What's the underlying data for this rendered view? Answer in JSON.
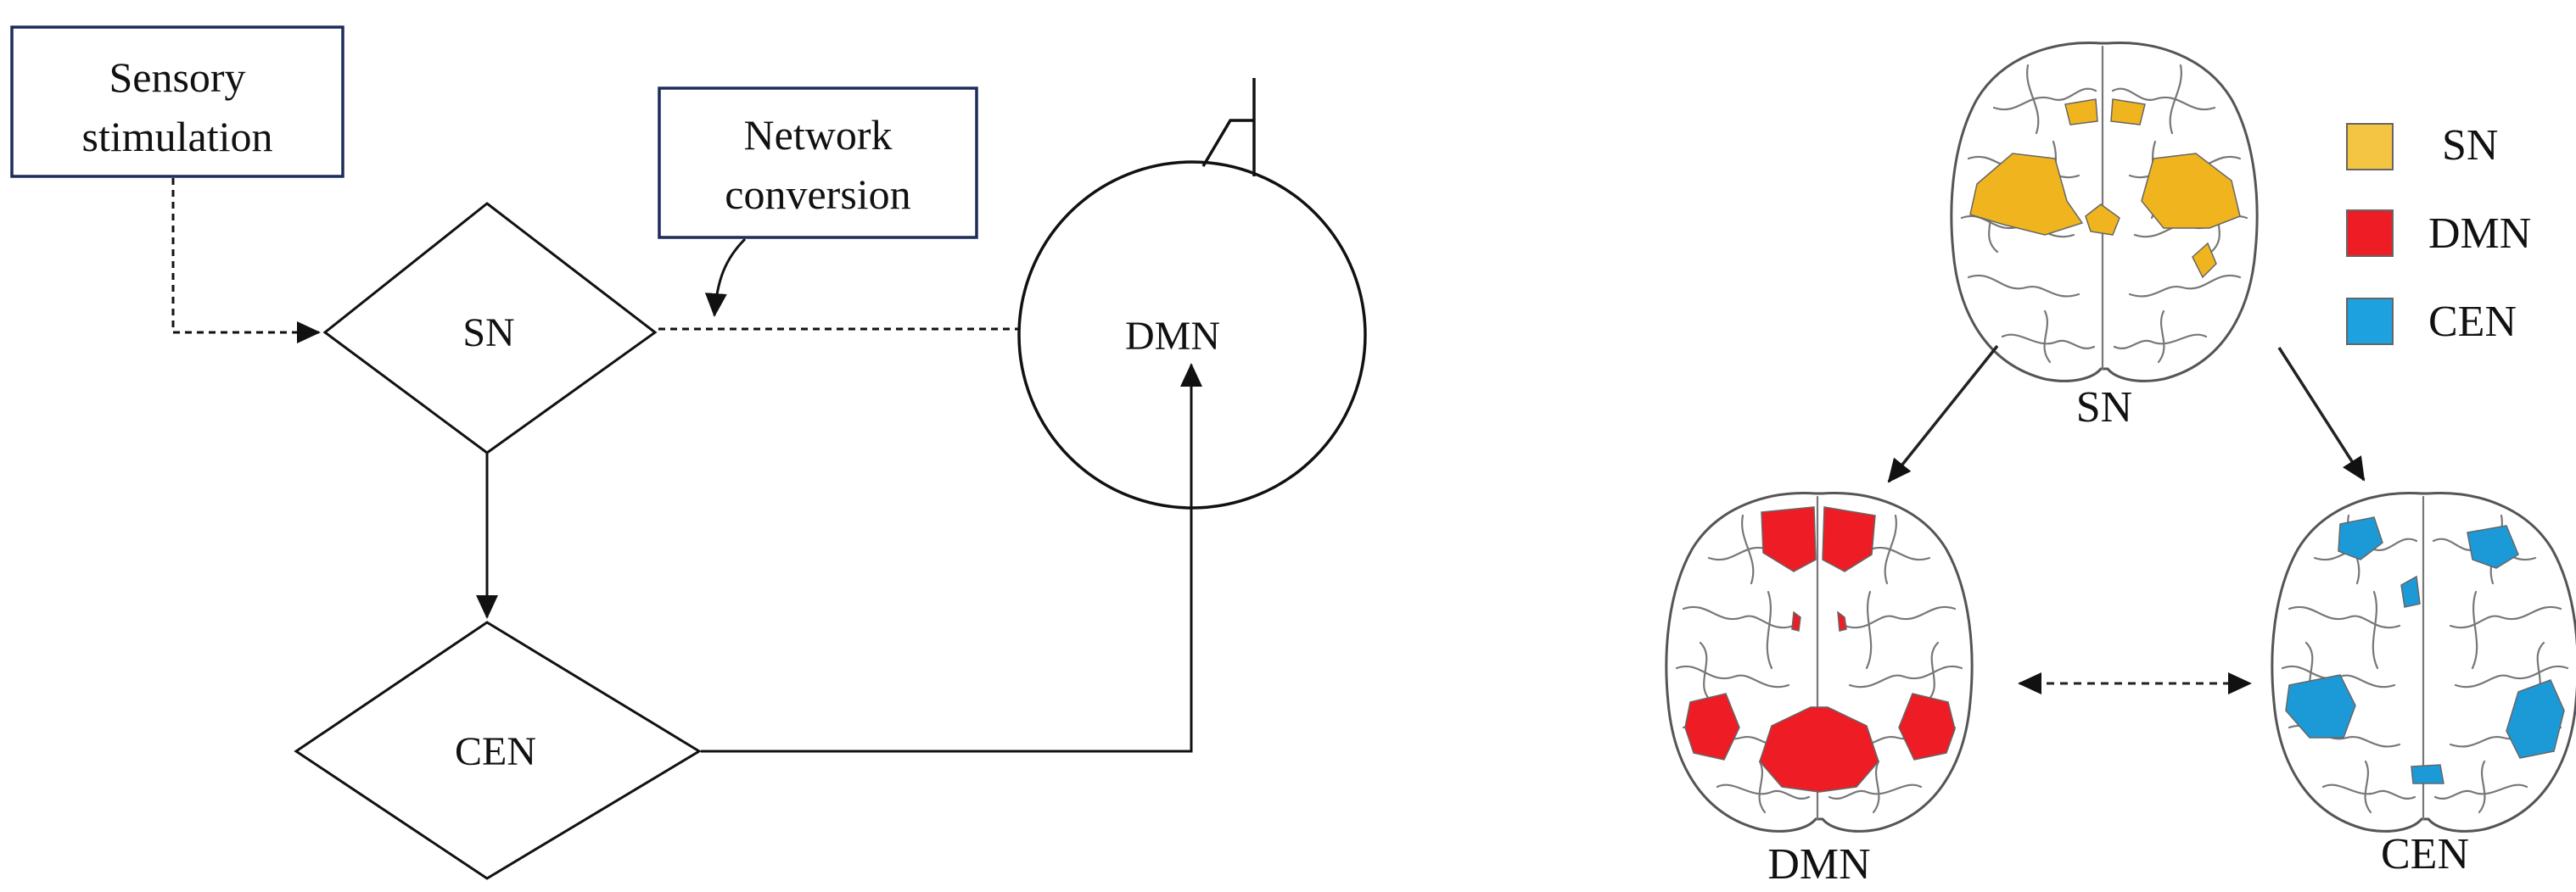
{
  "flowchart": {
    "sensory_box": [
      "Sensory",
      "stimulation"
    ],
    "conversion_box": [
      "Network",
      "conversion"
    ],
    "nodes": {
      "sn": "SN",
      "dmn": "DMN",
      "cen": "CEN"
    }
  },
  "legend": [
    {
      "label": "SN",
      "color": "#f4c542"
    },
    {
      "label": "DMN",
      "color": "#ee1c24"
    },
    {
      "label": "CEN",
      "color": "#1ea1df"
    }
  ],
  "brains": [
    {
      "label": "SN",
      "color": "#f0b51e"
    },
    {
      "label": "DMN",
      "color": "#ee1c24"
    },
    {
      "label": "CEN",
      "color": "#1c9ad8"
    }
  ],
  "colors": {
    "line": "#111111",
    "box_border": "#1d2c5a"
  }
}
